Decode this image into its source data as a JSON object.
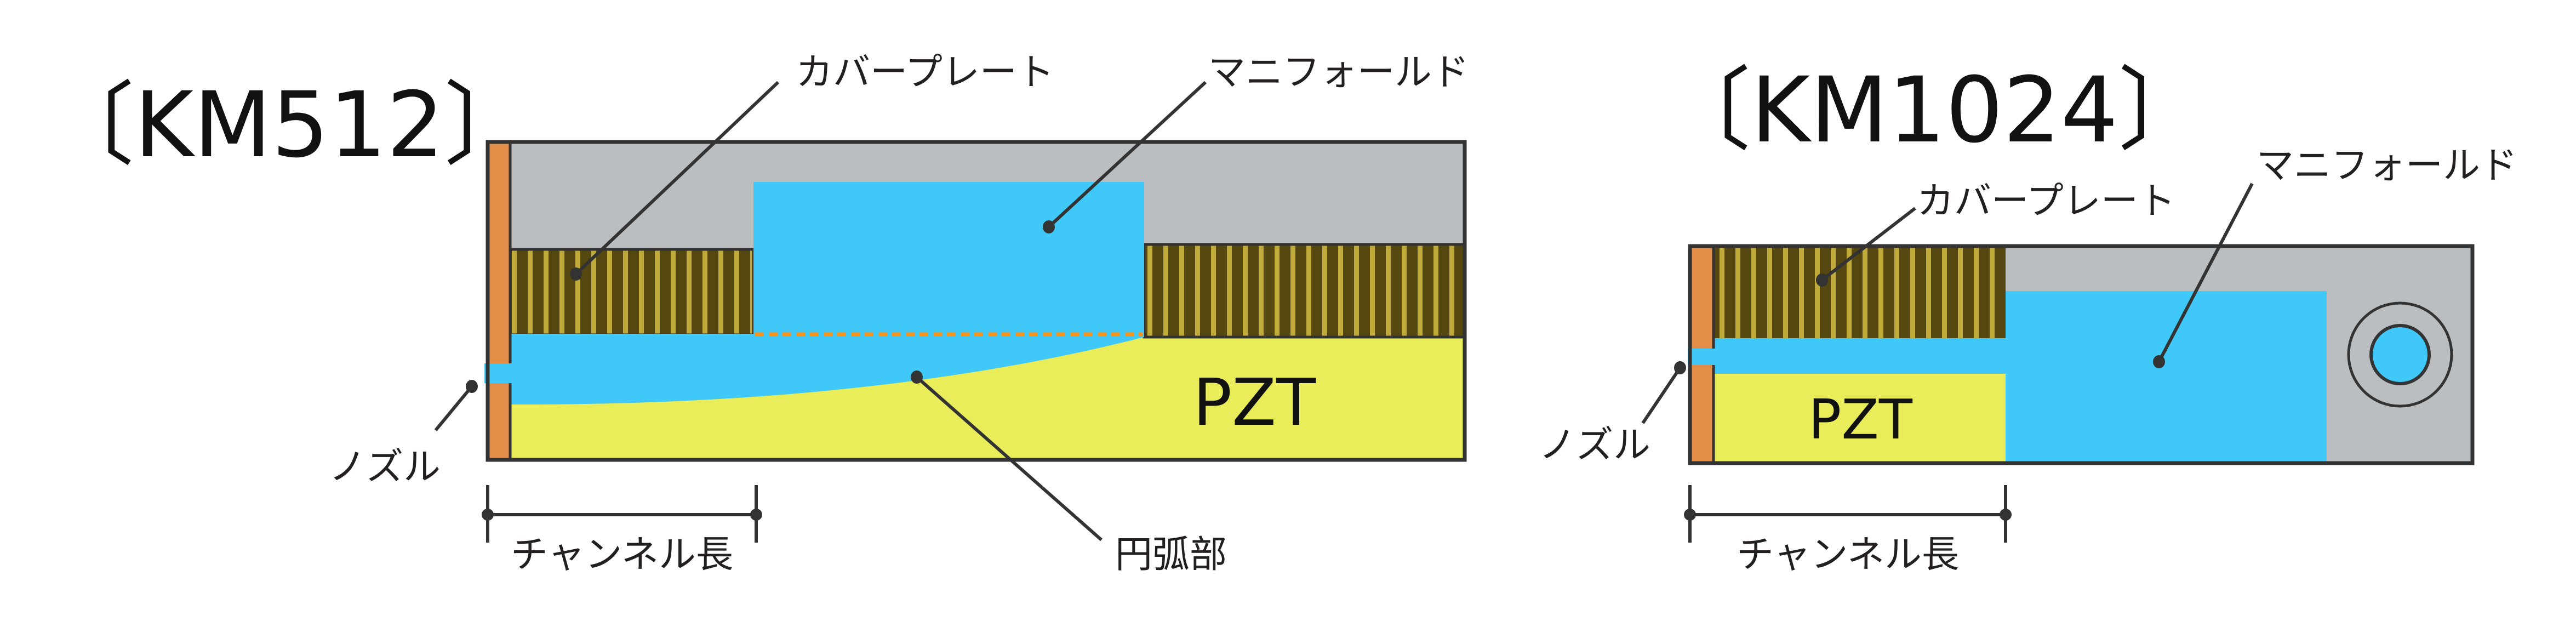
{
  "colors": {
    "housing": "#bbbec1",
    "ink": "#40c8f8",
    "pzt": "#e9ed5a",
    "nozzle_plate": "#e28d48",
    "cover_dark": "#54470f",
    "cover_light": "#bfaa3a",
    "dashed_line": "#f7941d",
    "outline": "#333333"
  },
  "km512": {
    "title": "〔KM512〕",
    "labels": {
      "cover_plate": "カバープレート",
      "manifold": "マニフォールド",
      "nozzle": "ノズル",
      "arc": "円弧部",
      "channel_length": "チャンネル長",
      "pzt": "PZT"
    }
  },
  "km1024": {
    "title": "〔KM1024〕",
    "labels": {
      "cover_plate": "カバープレート",
      "manifold": "マニフォールド",
      "nozzle": "ノズル",
      "channel_length": "チャンネル長",
      "pzt": "PZT"
    }
  }
}
